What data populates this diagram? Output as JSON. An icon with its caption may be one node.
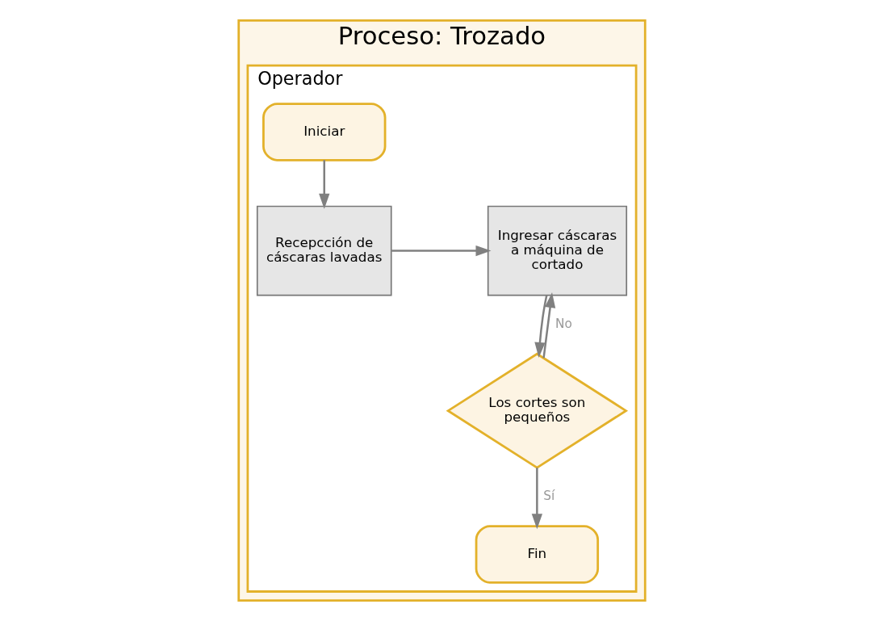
{
  "diagram": {
    "nodes": [
      {
        "text": [
          "Proceso: Trozado"
        ]
      },
      {
        "text": [
          "Operador"
        ],
        "in": 0
      },
      {
        "text": [
          "Iniciar"
        ],
        "in": 1
      },
      {
        "text": [
          "Recepcción de cáscaras lavadas"
        ],
        "in": 1
      },
      {
        "text": [
          "Ingresar cáscaras a máquina de cortado"
        ],
        "in": 1
      },
      {
        "text": [
          "Los cortes son pequeños"
        ],
        "in": 1
      },
      {
        "text": [
          "Fin"
        ],
        "in": 1
      }
    ],
    "edges": [
      {
        "from": 2,
        "to": 3,
        "arrow": "to"
      },
      {
        "from": 3,
        "to": 4,
        "arrow": "to"
      },
      {
        "from": 4,
        "to": 5,
        "arrow": "to"
      },
      {
        "from": 5,
        "to": 4,
        "arrow": "to",
        "label": "No"
      },
      {
        "from": 5,
        "to": 6,
        "arrow": "to",
        "label": "Sí"
      }
    ]
  }
}
